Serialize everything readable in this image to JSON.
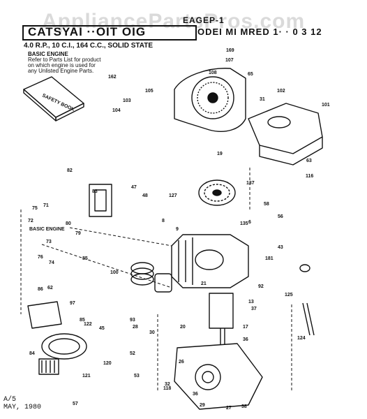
{
  "header": {
    "top_code": "EAGEP-1",
    "left_title": "CATSYAI ··OIT OIG",
    "right_title": "ODEI MI MRED 1· · 0 3 12",
    "spec": "4.0 R.P., 10 C.I., 164 C.C., SOLID STATE",
    "watermark": "AppliancePartsPros.com"
  },
  "notes": {
    "basic_engine_title": "BASIC ENGINE",
    "basic_engine_text": [
      "Refer to Parts List for product",
      "on which engine is used for",
      "any Unlisted Engine Parts."
    ],
    "basic_engine_label": "BASIC ENGINE"
  },
  "footer": {
    "line1": "A/5",
    "line2": "MAY, 1980"
  },
  "book_label": "SAFETY BOOK",
  "callouts": [
    {
      "n": "169"
    },
    {
      "n": "107"
    },
    {
      "n": "108"
    },
    {
      "n": "65"
    },
    {
      "n": "162"
    },
    {
      "n": "105"
    },
    {
      "n": "103"
    },
    {
      "n": "104"
    },
    {
      "n": "102"
    },
    {
      "n": "101"
    },
    {
      "n": "31"
    },
    {
      "n": "63"
    },
    {
      "n": "19"
    },
    {
      "n": "116"
    },
    {
      "n": "82"
    },
    {
      "n": "83"
    },
    {
      "n": "47"
    },
    {
      "n": "48"
    },
    {
      "n": "127"
    },
    {
      "n": "137"
    },
    {
      "n": "58"
    },
    {
      "n": "56"
    },
    {
      "n": "75"
    },
    {
      "n": "71"
    },
    {
      "n": "72"
    },
    {
      "n": "80"
    },
    {
      "n": "79"
    },
    {
      "n": "73"
    },
    {
      "n": "8"
    },
    {
      "n": "9"
    },
    {
      "n": "135"
    },
    {
      "n": "43"
    },
    {
      "n": "76"
    },
    {
      "n": "74"
    },
    {
      "n": "85"
    },
    {
      "n": "100"
    },
    {
      "n": "86"
    },
    {
      "n": "20"
    },
    {
      "n": "6"
    },
    {
      "n": "181"
    },
    {
      "n": "21"
    },
    {
      "n": "92"
    },
    {
      "n": "13"
    },
    {
      "n": "37"
    },
    {
      "n": "125"
    },
    {
      "n": "36"
    },
    {
      "n": "62"
    },
    {
      "n": "97"
    },
    {
      "n": "45"
    },
    {
      "n": "84"
    },
    {
      "n": "85"
    },
    {
      "n": "93"
    },
    {
      "n": "122"
    },
    {
      "n": "30"
    },
    {
      "n": "28"
    },
    {
      "n": "17"
    },
    {
      "n": "121"
    },
    {
      "n": "120"
    },
    {
      "n": "53"
    },
    {
      "n": "52"
    },
    {
      "n": "57"
    },
    {
      "n": "124"
    },
    {
      "n": "26"
    },
    {
      "n": "32"
    },
    {
      "n": "118"
    },
    {
      "n": "36"
    },
    {
      "n": "27"
    },
    {
      "n": "38"
    },
    {
      "n": "29"
    }
  ]
}
